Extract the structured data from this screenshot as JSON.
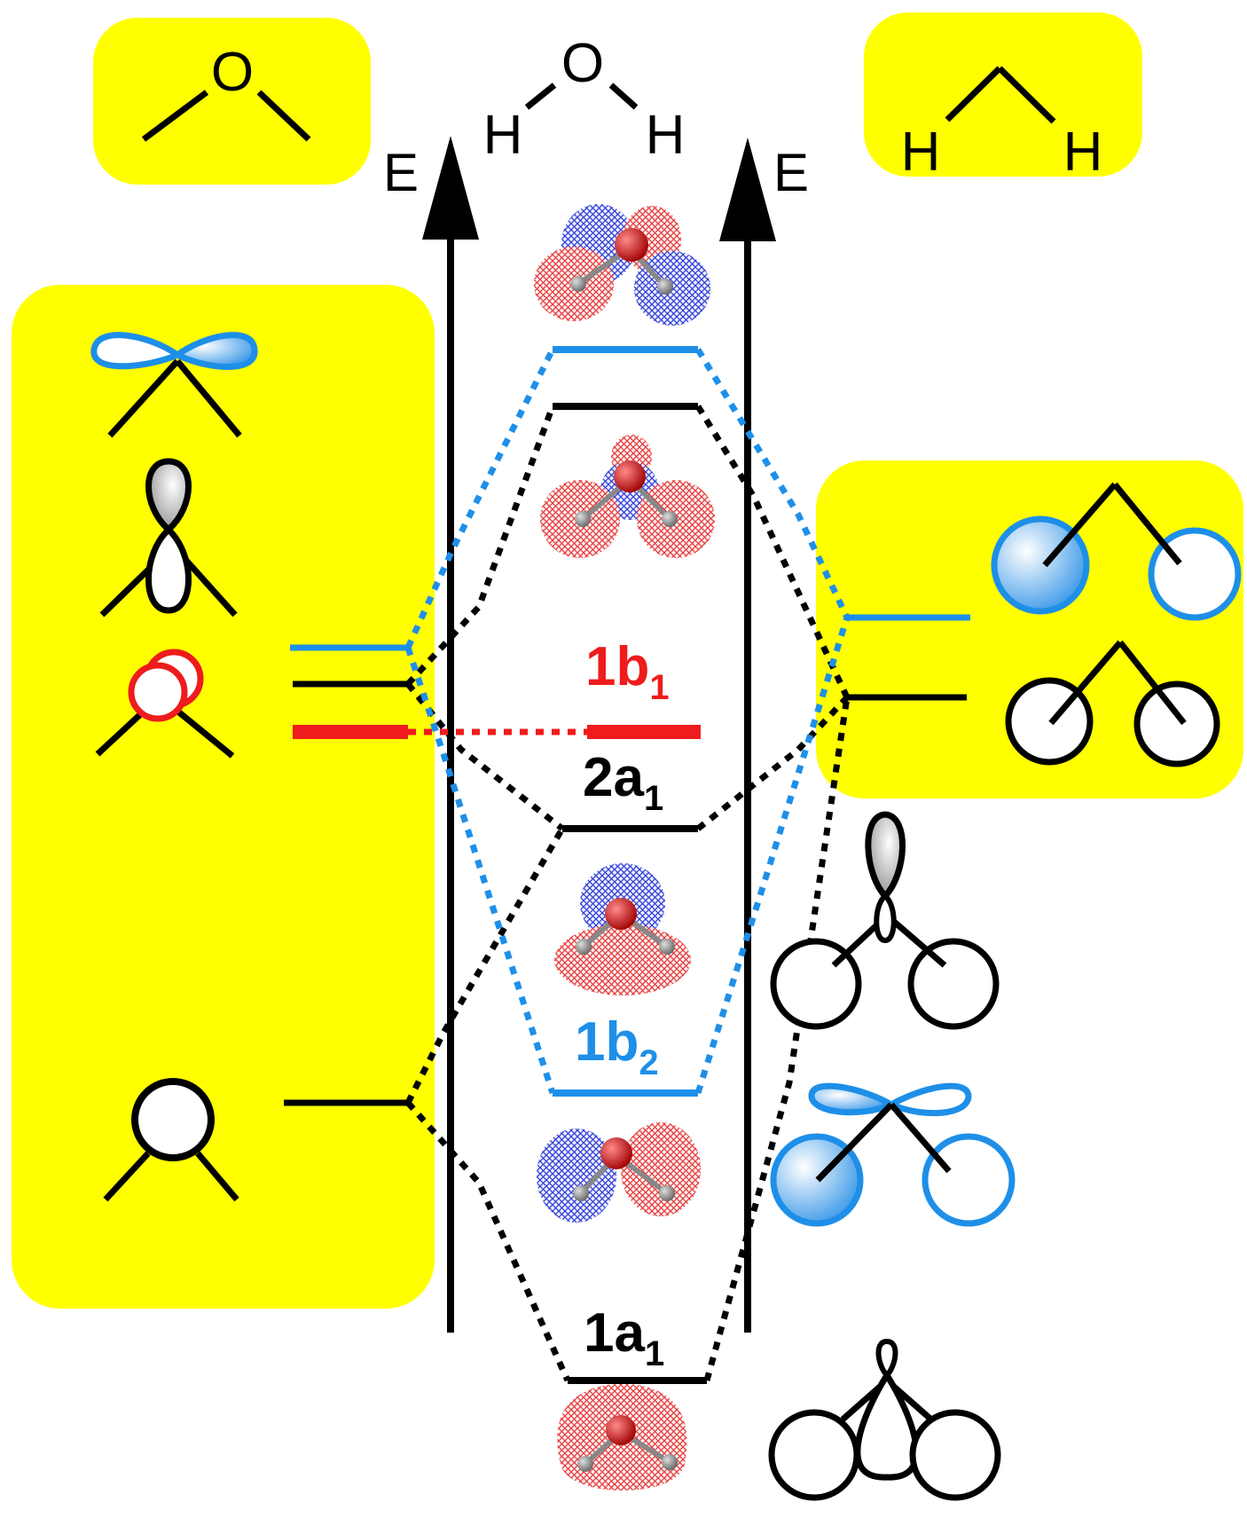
{
  "molecule": {
    "o": "O",
    "h_left": "H",
    "h_right": "H"
  },
  "fragments": {
    "left_o": "O",
    "right_h1": "H",
    "right_h2": "H"
  },
  "axis": {
    "left": "E",
    "right": "E"
  },
  "levels": [
    {
      "id": "1b1",
      "main": "1b",
      "sub": "1",
      "color": "#ee1c1c"
    },
    {
      "id": "2a1",
      "main": "2a",
      "sub": "1",
      "color": "#000000"
    },
    {
      "id": "1b2",
      "main": "1b",
      "sub": "2",
      "color": "#1e8fe8"
    },
    {
      "id": "1a1",
      "main": "1a",
      "sub": "1",
      "color": "#000000"
    }
  ],
  "colors": {
    "highlight": "#ffff00",
    "blue": "#1e8fe8",
    "red": "#ee1c1c",
    "lobe_red": "#e63b3b",
    "lobe_blue": "#2f3fd6"
  }
}
